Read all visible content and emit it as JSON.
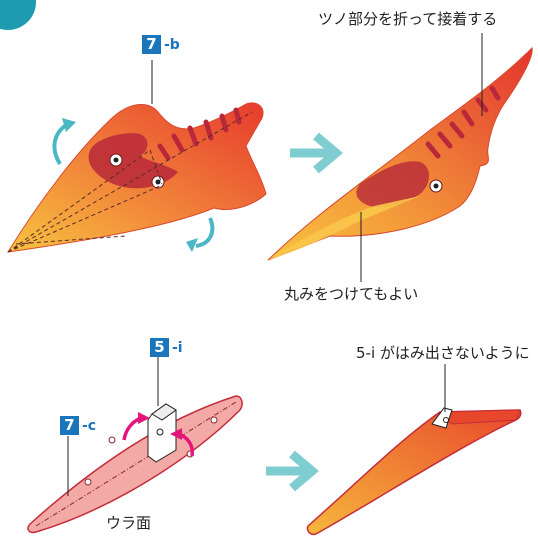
{
  "colors": {
    "part_blue": "#1b75bb",
    "arrow_teal": "#7fcdd0",
    "rot_arrow": "#4bb6c4",
    "curl_arrow": "#e5167b",
    "orange_dark": "#e8472b",
    "orange_light": "#f7b73c",
    "pink_fill": "#f3a9a6",
    "stripe_red": "#c52d3a"
  },
  "top": {
    "part": {
      "number": "7",
      "suffix": "-b"
    },
    "note_top": "ツノ部分を折って接着する",
    "note_bottom": "丸みをつけてもよい"
  },
  "bottom": {
    "part_i": {
      "number": "5",
      "suffix": "-i"
    },
    "part_c": {
      "number": "7",
      "suffix": "-c"
    },
    "back_label": "ウラ面",
    "note_right": "5-i がはみ出さないように"
  }
}
